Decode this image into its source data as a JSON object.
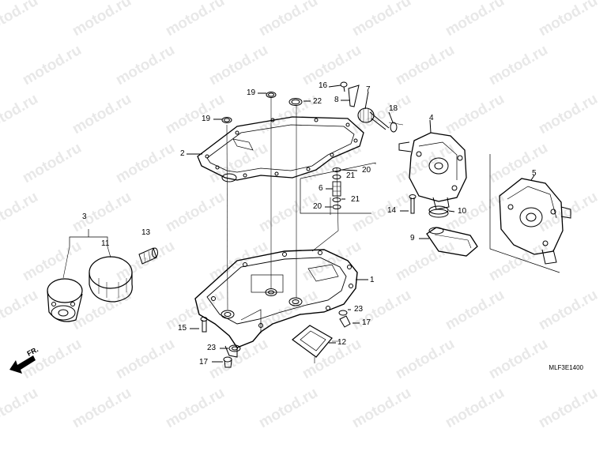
{
  "watermark": "motod.ru",
  "diagram_code": "MLF3E1400",
  "direction_label": "FR.",
  "callouts": [
    "1",
    "2",
    "3",
    "4",
    "5",
    "6",
    "7",
    "8",
    "9",
    "10",
    "11",
    "12",
    "13",
    "14",
    "15",
    "16",
    "17",
    "17",
    "18",
    "19",
    "19",
    "20",
    "20",
    "21",
    "21",
    "22",
    "23",
    "23"
  ],
  "parts": {
    "oil_pan": "oil-pan",
    "gasket": "oil-pan-gasket",
    "oil_filter": "oil-filter",
    "oil_pump": "oil-pump",
    "scavenge_pump": "scavenge-pump",
    "strainer": "oil-strainer"
  }
}
